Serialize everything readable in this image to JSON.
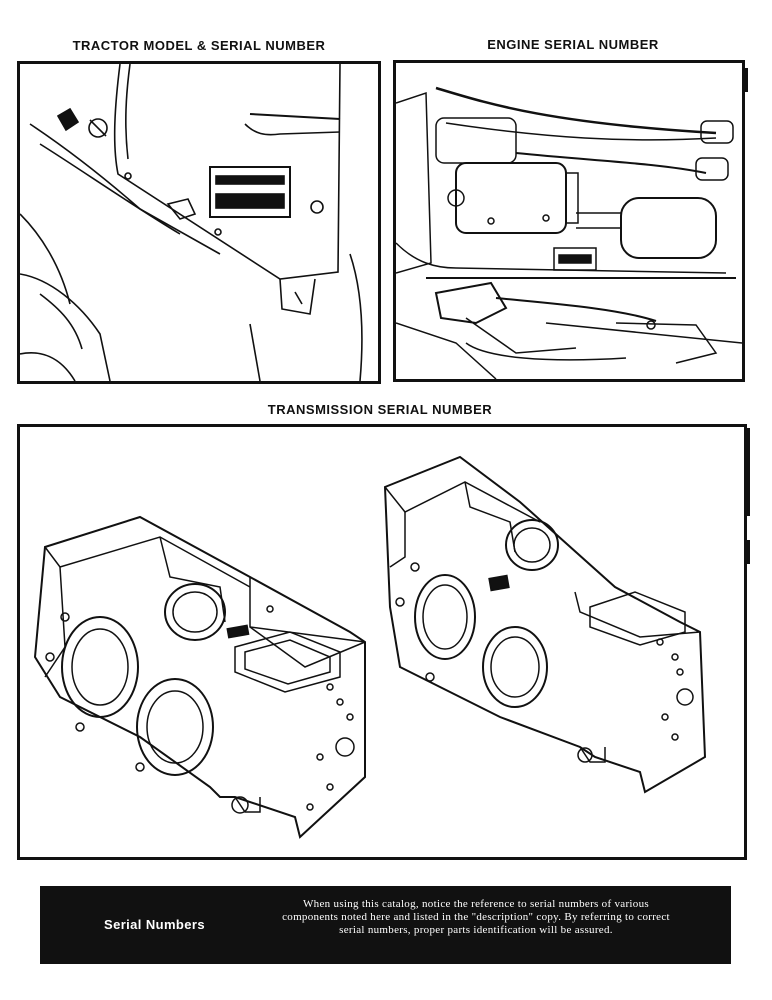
{
  "captions": {
    "tractor": "TRACTOR MODEL & SERIAL NUMBER",
    "engine": "ENGINE SERIAL NUMBER",
    "transmission": "TRANSMISSION SERIAL NUMBER"
  },
  "footer": {
    "title": "Serial Numbers",
    "text": "When using this catalog, notice the reference to serial numbers of various components noted here and listed in the \"description\" copy. By referring to correct serial numbers, proper parts identification will be assured."
  }
}
